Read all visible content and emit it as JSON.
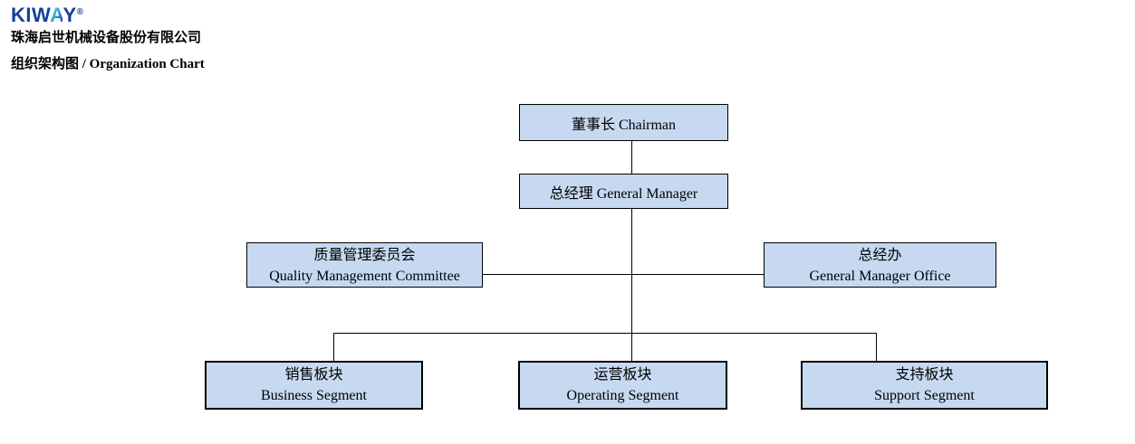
{
  "header": {
    "logo": {
      "part1": "KIW",
      "part2": "A",
      "part3": "Y",
      "registered": "®",
      "color_dark": "#164098",
      "color_light": "#5FC2EE"
    },
    "company_name": "珠海启世机械设备股份有限公司",
    "page_title": "组织架构图 / Organization Chart"
  },
  "org_chart": {
    "box_fill": "#C6D9F1",
    "box_border": "#000000",
    "line_color": "#000000",
    "nodes": {
      "chairman": {
        "line1": "董事长 Chairman"
      },
      "gm": {
        "line1": "总经理 General Manager"
      },
      "qmc": {
        "line1": "质量管理委员会",
        "line2": "Quality Management Committee"
      },
      "gmo": {
        "line1": "总经办",
        "line2": "General Manager Office"
      },
      "business": {
        "line1": "销售板块",
        "line2": "Business Segment"
      },
      "operating": {
        "line1": "运营板块",
        "line2": "Operating Segment"
      },
      "support": {
        "line1": "支持板块",
        "line2": "Support Segment"
      }
    },
    "hierarchy": [
      {
        "parent": "董事长 Chairman",
        "child": "总经理 General Manager"
      },
      {
        "parent": "总经理 General Manager",
        "child": "质量管理委员会 Quality Management Committee"
      },
      {
        "parent": "总经理 General Manager",
        "child": "总经办 General Manager Office"
      },
      {
        "parent": "总经理 General Manager",
        "child": "销售板块 Business Segment"
      },
      {
        "parent": "总经理 General Manager",
        "child": "运营板块 Operating Segment"
      },
      {
        "parent": "总经理 General Manager",
        "child": "支持板块 Support Segment"
      }
    ]
  }
}
